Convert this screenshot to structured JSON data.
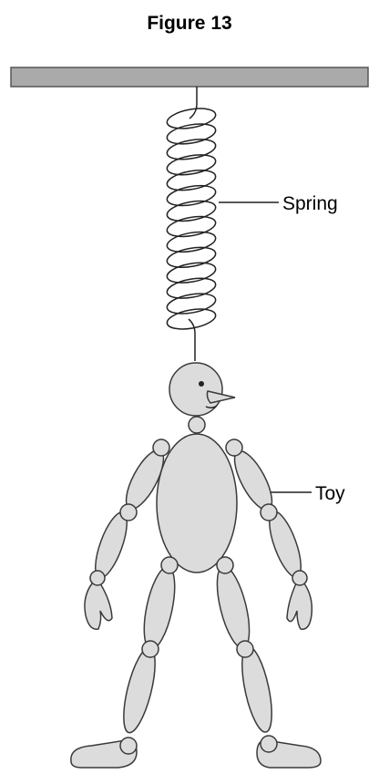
{
  "figure": {
    "title": "Figure 13",
    "labels": {
      "spring": "Spring",
      "toy": "Toy"
    }
  },
  "colors": {
    "ceiling": "#aaaaaa",
    "body_fill": "#dcdcdc",
    "outline": "#3a3a3a"
  }
}
